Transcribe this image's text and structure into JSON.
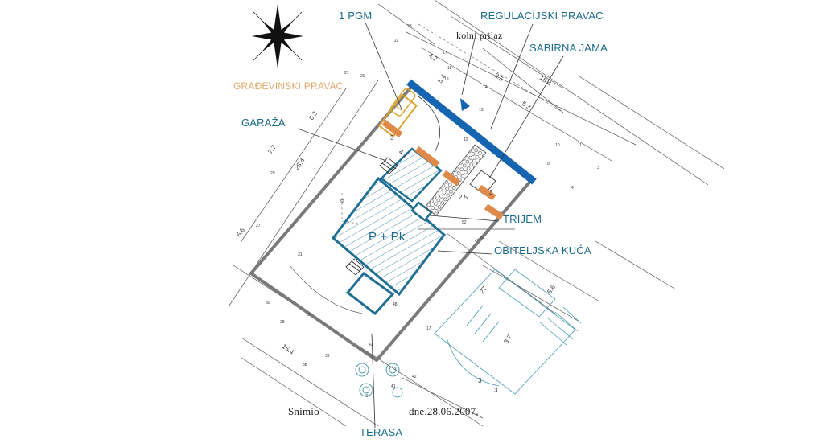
{
  "labels": {
    "pgm": "1 PGM",
    "regulacijski": "REGULACIJSKI PRAVAC",
    "kolni_prilaz": "kolni prilaz",
    "sabirna_jama": "SABIRNA JAMA",
    "gradevinski": "GRAĐEVINSKI PRAVAC",
    "garaza": "GARAŽA",
    "pk": "P + Pk",
    "trijem": "TRIJEM",
    "obiteljska": "OBITELJSKA KUĆA",
    "snimio": "Snimio",
    "date": "dne.28.06.2007.",
    "terasa": "TERASA"
  },
  "dimensions": [
    "28.4",
    "7.7",
    "6.2",
    "5.6",
    "16.4",
    "4.2",
    "3.5",
    "5.4",
    "15.4",
    "5.3",
    "4.7",
    "3",
    "2.5",
    "3",
    "27",
    "5.6",
    "3.7",
    "3",
    "3"
  ],
  "colors": {
    "plot_outline": "#7a7a7a",
    "house_outline": "#1f6f95",
    "regulation_line": "#1565b0",
    "parking_marks": "#e08a4a",
    "label_text": "#1a6b8a",
    "survey_lines": "#4a4a4a"
  },
  "icons": [
    "compass-rose-icon",
    "car-icon",
    "entrance-arrow-icon"
  ]
}
